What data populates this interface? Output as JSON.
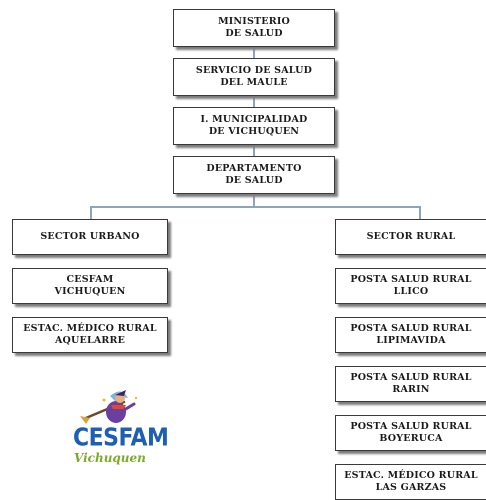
{
  "org_chart": {
    "boxes": {
      "ministerio": [
        "MINISTERIO",
        "DE SALUD"
      ],
      "servicio": [
        "SERVICIO DE SALUD",
        "DEL MAULE"
      ],
      "municipalidad": [
        "I. MUNICIPALIDAD",
        "DE VICHUQUEN"
      ],
      "departamento": [
        "DEPARTAMENTO",
        "DE SALUD"
      ],
      "sector_urbano": [
        "SECTOR URBANO"
      ],
      "cesfam": [
        "CESFAM",
        "VICHUQUEN"
      ],
      "estac_aquelarre": [
        "ESTAC. MÉDICO RURAL",
        "AQUELARRE"
      ],
      "sector_rural": [
        "SECTOR RURAL"
      ],
      "posta_llico": [
        "POSTA SALUD RURAL",
        "LLICO"
      ],
      "posta_lipimavida": [
        "POSTA SALUD RURAL",
        "LIPIMAVIDA"
      ],
      "posta_rarin": [
        "POSTA SALUD RURAL",
        "RARIN"
      ],
      "posta_boyeruca": [
        "POSTA SALUD RURAL",
        "BOYERUCA"
      ],
      "estac_las_garzas": [
        "ESTAC. MÉDICO RURAL",
        "LAS GARZAS"
      ]
    }
  },
  "logo": {
    "title": "CESFAM",
    "subtitle": "Vichuquen"
  }
}
